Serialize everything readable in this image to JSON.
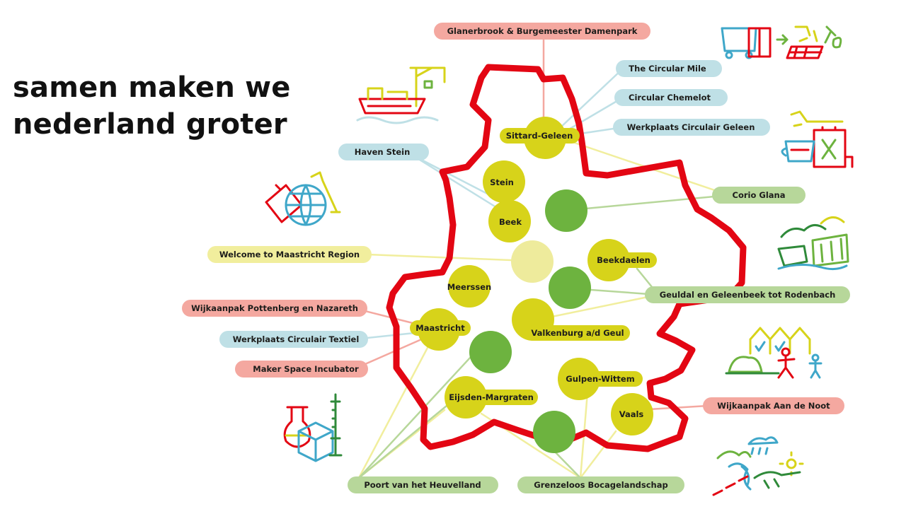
{
  "headline": {
    "line1": "samen maken we",
    "line2": "nederland groter"
  },
  "colors": {
    "border": "#e30613",
    "yellow": "#d7d31a",
    "light_yellow": "#eeeb9c",
    "green": "#6db33f",
    "label_red": "#f4a8a0",
    "label_blue": "#bfe0e6",
    "label_yellow": "#f1ee9d",
    "label_green": "#b7d79a"
  },
  "labels": {
    "glanerbrook": "Glanerbrook & Burgemeester Damenpark",
    "circular_mile": "The Circular Mile",
    "circular_chemelot": "Circular Chemelot",
    "werkplaats_geleen": "Werkplaats Circulair Geleen",
    "haven_stein": "Haven Stein",
    "corio_glana": "Corio Glana",
    "welcome_maastricht": "Welcome to Maastricht Region",
    "geuldal": "Geuldal en Geleenbeek tot Rodenbach",
    "pottenberg": "Wijkaanpak Pottenberg en Nazareth",
    "werkplaats_textiel": "Werkplaats Circulair Textiel",
    "maker_space": "Maker Space Incubator",
    "aan_de_noot": "Wijkaanpak Aan de Noot",
    "poort_heuvelland": "Poort van het Heuvelland",
    "grenzeloos": "Grenzeloos Bocagelandschap"
  },
  "municipalities": {
    "sittard_geleen": "Sittard-Geleen",
    "stein": "Stein",
    "beek": "Beek",
    "beekdaelen": "Beekdaelen",
    "meerssen": "Meerssen",
    "maastricht": "Maastricht",
    "valkenburg": "Valkenburg a/d Geul",
    "gulpen_wittem": "Gulpen-Wittem",
    "eijsden_margraten": "Eijsden-Margraten",
    "vaals": "Vaals"
  },
  "icons": [
    "ship-crane-icon",
    "containers-recycle-solar-icon",
    "globe-suitcase-wrench-icon",
    "wrench-cup-battery-icon",
    "landscape-bushes-icon",
    "greenhouse-people-icon",
    "flask-cube-syringe-icon",
    "river-rain-sun-icon"
  ]
}
